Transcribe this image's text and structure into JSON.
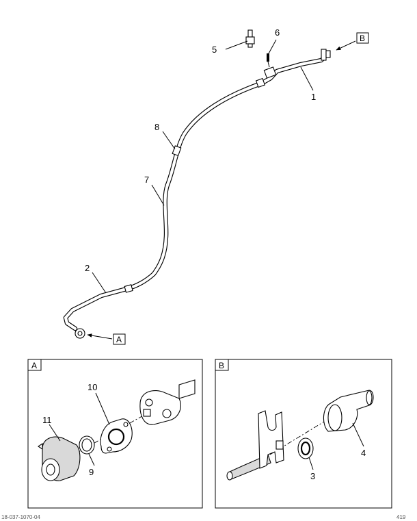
{
  "callouts": {
    "c1": "1",
    "c2": "2",
    "c3": "3",
    "c4": "4",
    "c5": "5",
    "c6": "6",
    "c7": "7",
    "c8": "8",
    "c9": "9",
    "c10": "10",
    "c11": "11"
  },
  "view_refs": {
    "a": "A",
    "b": "B"
  },
  "detail_views": {
    "a_label": "A",
    "b_label": "B"
  },
  "footer": {
    "left_code": "18-037-1070-04",
    "right_code": "419"
  }
}
